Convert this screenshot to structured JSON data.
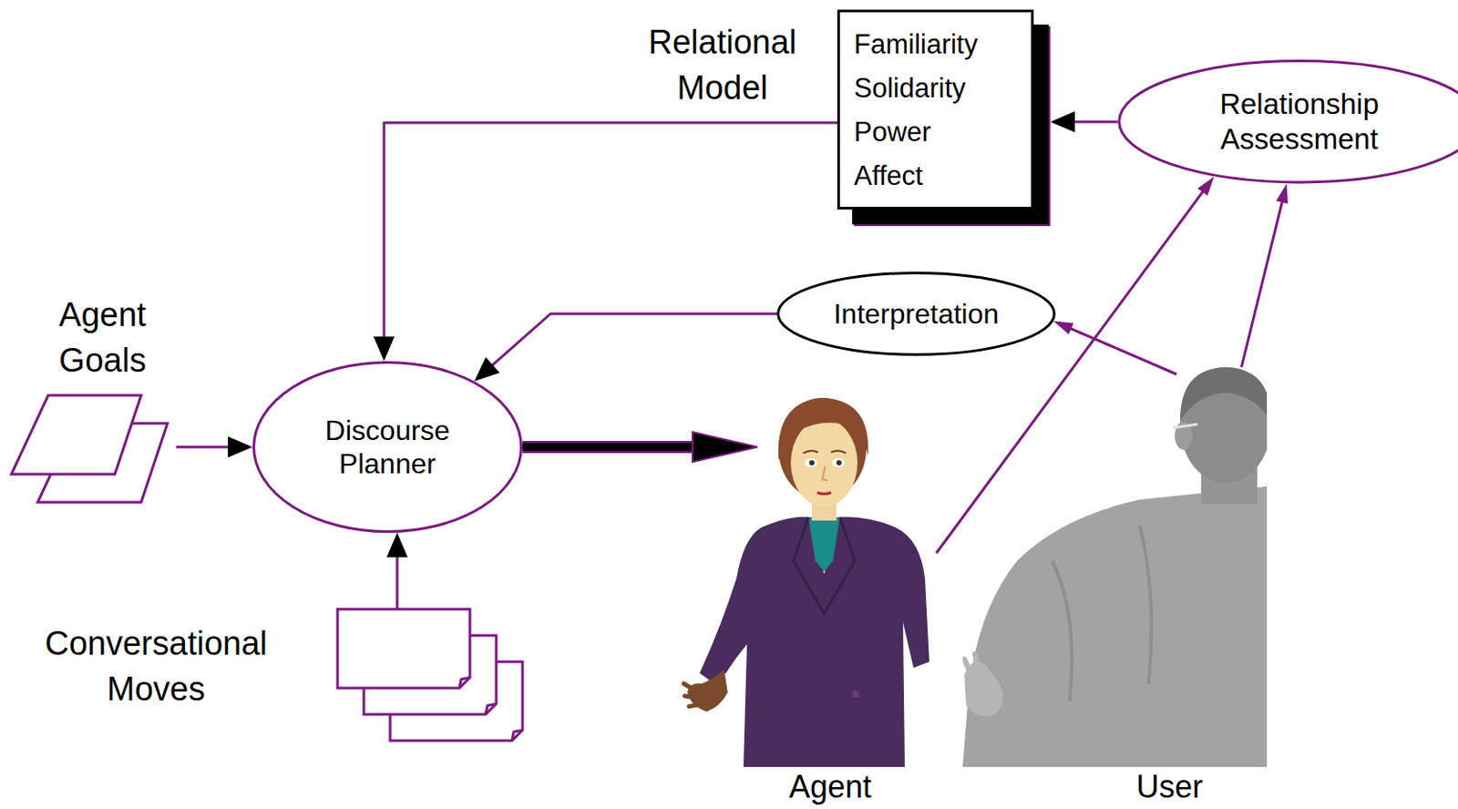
{
  "diagram": {
    "nodes": [
      {
        "text": [
          "Relational Model",
          "Familiarity",
          "Solidarity",
          "Power",
          "Affect"
        ]
      },
      {
        "text": [
          "Relationship Assessment"
        ]
      },
      {
        "text": [
          "Interpretation"
        ]
      },
      {
        "text": [
          "Discourse Planner"
        ]
      },
      {
        "text": [
          "Agent Goals"
        ]
      },
      {
        "text": [
          "Conversational Moves"
        ]
      },
      {
        "text": [
          "Agent"
        ]
      },
      {
        "text": [
          "User"
        ]
      }
    ],
    "edges": [
      {
        "from": 0,
        "to": 3,
        "arrow": "to"
      },
      {
        "from": 1,
        "to": 0,
        "arrow": "to"
      },
      {
        "from": 2,
        "to": 3,
        "arrow": "to"
      },
      {
        "from": 4,
        "to": 3,
        "arrow": "to"
      },
      {
        "from": 5,
        "to": 3,
        "arrow": "to"
      },
      {
        "from": 3,
        "to": 6,
        "arrow": "to"
      },
      {
        "from": 6,
        "to": 1,
        "arrow": "to"
      },
      {
        "from": 7,
        "to": 1,
        "arrow": "to"
      },
      {
        "from": 7,
        "to": 2,
        "arrow": "to"
      }
    ]
  }
}
